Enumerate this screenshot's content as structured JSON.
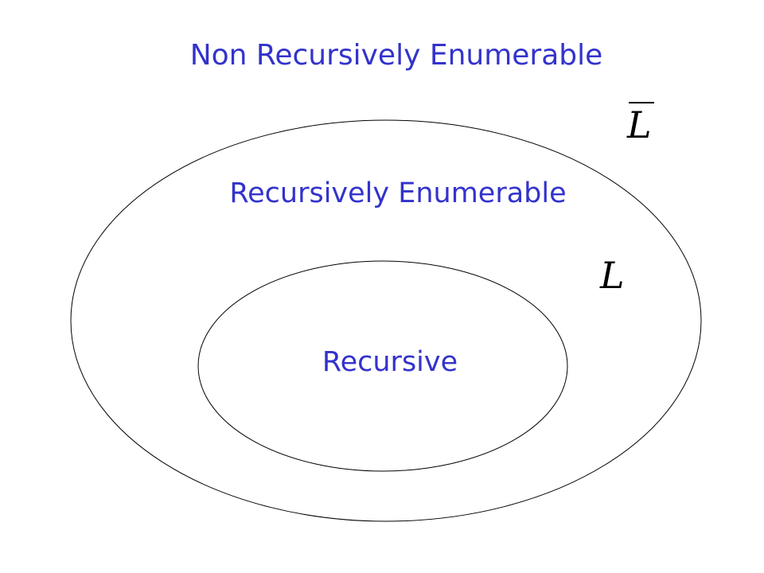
{
  "diagram": {
    "outer_set_label": "Non Recursively Enumerable",
    "middle_set_label": "Recursively Enumerable",
    "inner_set_label": "Recursive",
    "complement_language_symbol": "L",
    "language_symbol": "L"
  }
}
